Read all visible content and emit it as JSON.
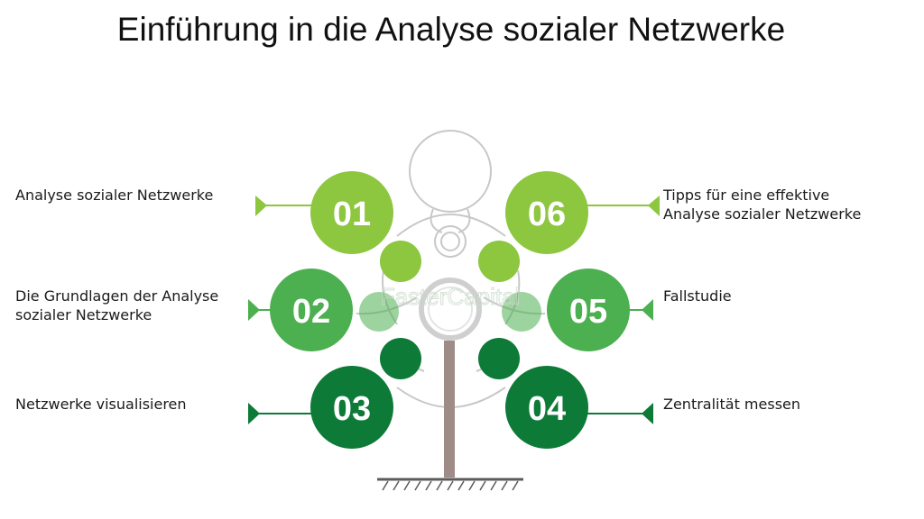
{
  "title": "Einführung in die Analyse sozialer Netzwerke",
  "watermark": "FasterCapital",
  "colors": {
    "light_green": "#8dc63f",
    "mid_green": "#4caf50",
    "dark_green": "#0e7a38",
    "trunk": "#a08c86",
    "outline": "#c8c8c8",
    "ground": "#5b5b5b"
  },
  "items": [
    {
      "number": "01",
      "label_lines": [
        "Analyse sozialer Netzwerke"
      ]
    },
    {
      "number": "02",
      "label_lines": [
        "Die Grundlagen der Analyse",
        "sozialer Netzwerke"
      ]
    },
    {
      "number": "03",
      "label_lines": [
        "Netzwerke visualisieren"
      ]
    },
    {
      "number": "04",
      "label_lines": [
        "Zentralität messen"
      ]
    },
    {
      "number": "05",
      "label_lines": [
        "Fallstudie"
      ]
    },
    {
      "number": "06",
      "label_lines": [
        "Tipps für eine effektive",
        "Analyse sozialer Netzwerke"
      ]
    }
  ]
}
